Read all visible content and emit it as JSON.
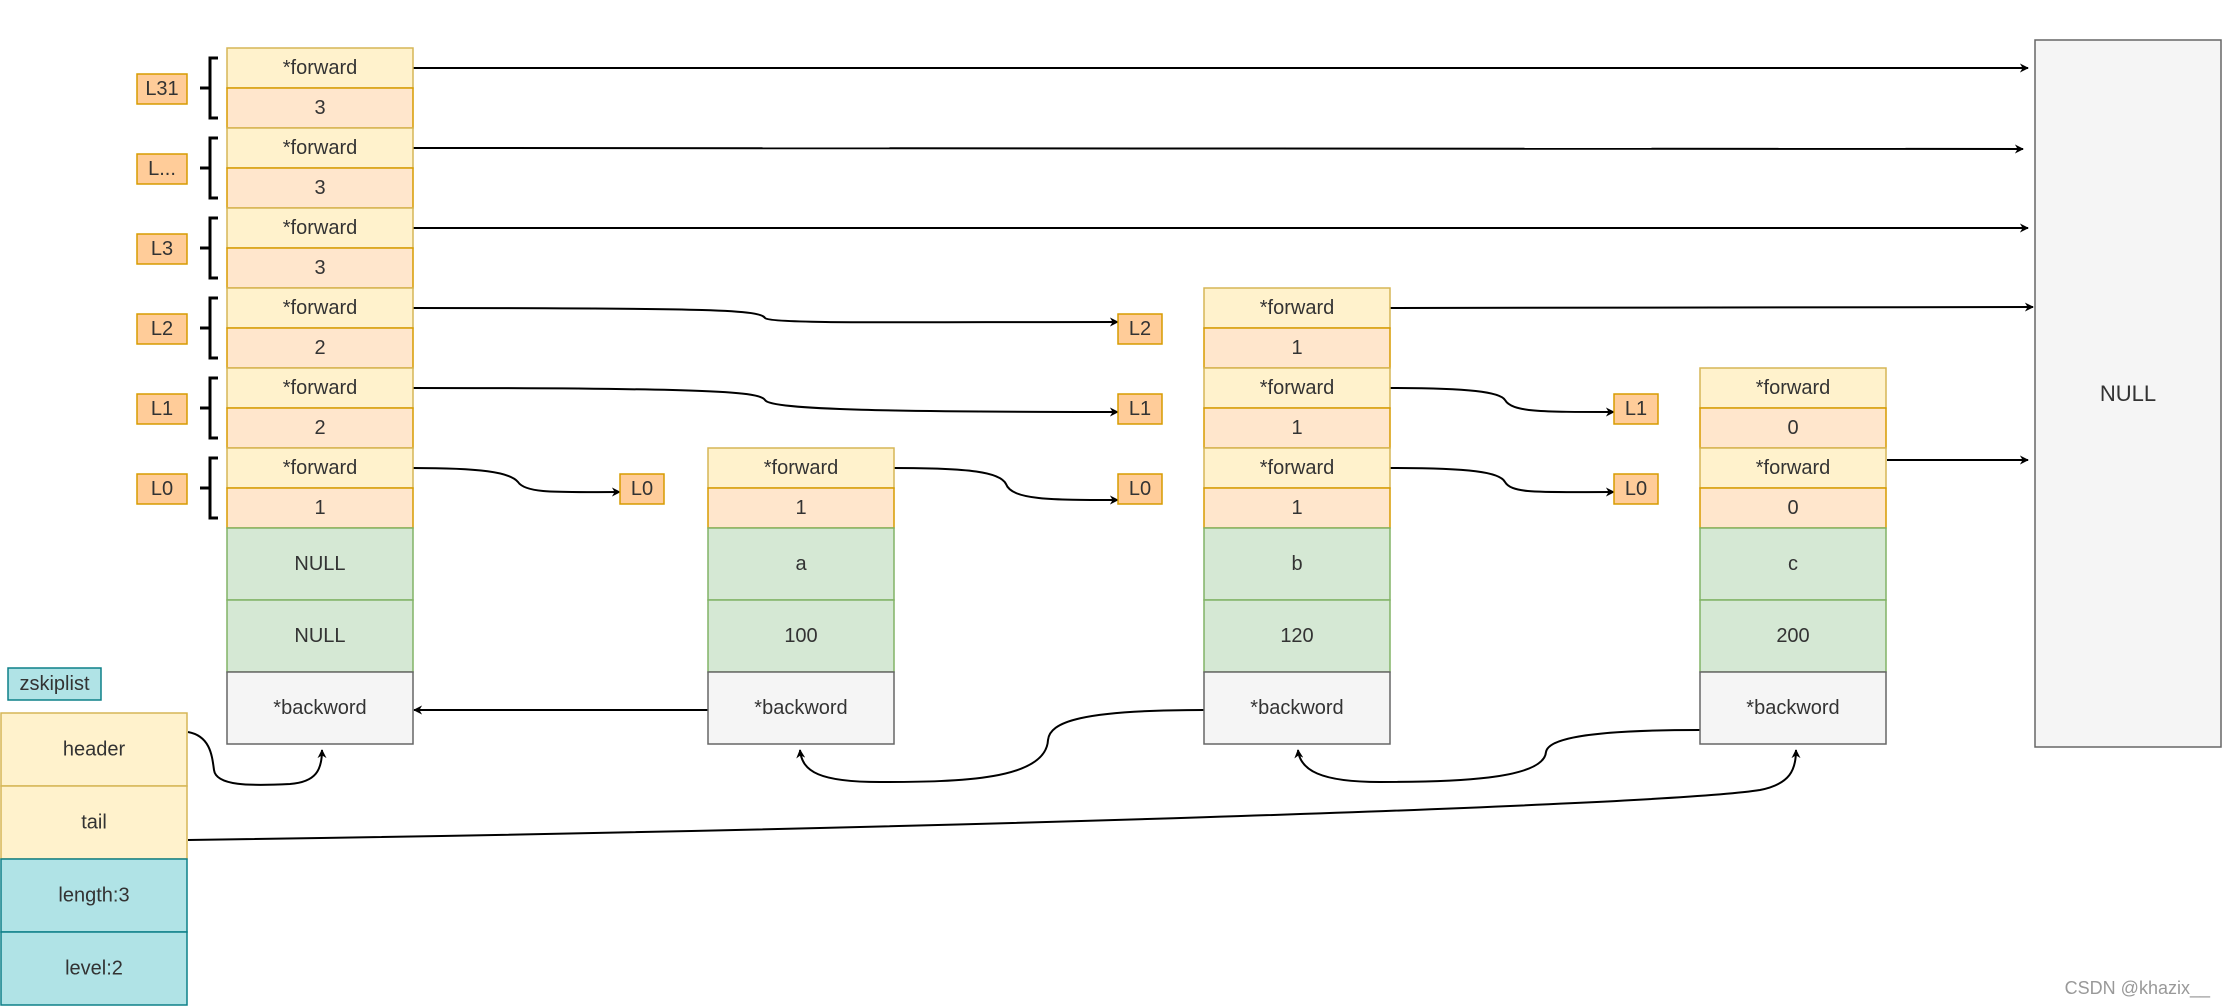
{
  "colors": {
    "yellow_fill": "#fff2cc",
    "yellow_stroke": "#d6b656",
    "peach_fill": "#ffe6cc",
    "peach_stroke": "#d79b00",
    "green_fill": "#d5e8d4",
    "green_stroke": "#82b366",
    "gray_fill": "#f5f5f5",
    "gray_stroke": "#666666",
    "cyan_fill": "#b0e3e6",
    "cyan_stroke": "#0e8088",
    "label_fill": "#ffcc99",
    "label_stroke": "#d79b00",
    "line": "#000000",
    "text": "#333333"
  },
  "header_node": {
    "levels": [
      {
        "tag": "L31",
        "forward": "*forward",
        "span": "3"
      },
      {
        "tag": "L...",
        "forward": "*forward",
        "span": "3"
      },
      {
        "tag": "L3",
        "forward": "*forward",
        "span": "3"
      },
      {
        "tag": "L2",
        "forward": "*forward",
        "span": "2"
      },
      {
        "tag": "L1",
        "forward": "*forward",
        "span": "2"
      },
      {
        "tag": "L0",
        "forward": "*forward",
        "span": "1"
      }
    ],
    "ele": "NULL",
    "score": "NULL",
    "backward": "*backword"
  },
  "nodes": [
    {
      "ele": "a",
      "score": "100",
      "backward": "*backword",
      "levels": [
        {
          "forward": "*forward",
          "span": "1"
        }
      ]
    },
    {
      "ele": "b",
      "score": "120",
      "backward": "*backword",
      "levels": [
        {
          "forward": "*forward",
          "span": "1"
        },
        {
          "forward": "*forward",
          "span": "1"
        },
        {
          "forward": "*forward",
          "span": "1"
        }
      ]
    },
    {
      "ele": "c",
      "score": "200",
      "backward": "*backword",
      "levels": [
        {
          "forward": "*forward",
          "span": "0"
        },
        {
          "forward": "*forward",
          "span": "0"
        }
      ]
    }
  ],
  "level_tags": {
    "between_header_and_a": [
      "L0"
    ],
    "before_b": [
      "L2",
      "L1",
      "L0"
    ],
    "before_c": [
      "L1",
      "L0"
    ]
  },
  "null_box": "NULL",
  "zskiplist": {
    "title": "zskiplist",
    "fields": [
      "header",
      "tail",
      "length:3",
      "level:2"
    ]
  },
  "watermark": "CSDN @khazix__"
}
